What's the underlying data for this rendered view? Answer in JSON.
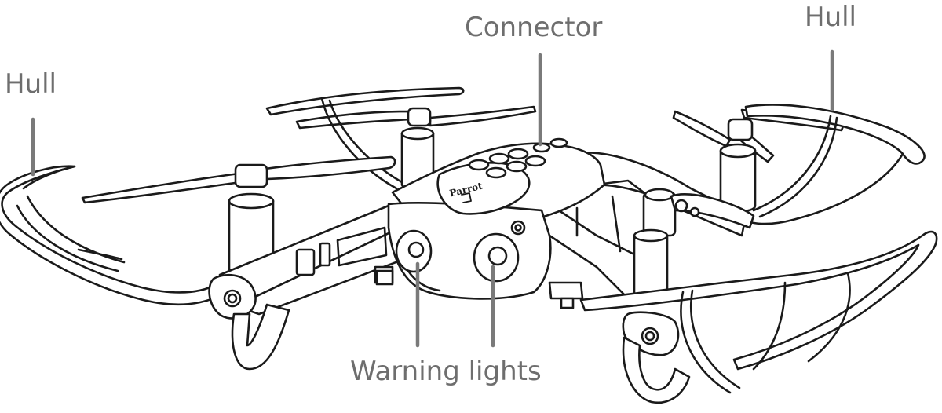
{
  "diagram": {
    "labels": {
      "hull_left": "Hull",
      "hull_right": "Hull",
      "connector": "Connector",
      "warning_lights": "Warning lights"
    },
    "brand_mark": "Parrot",
    "colors": {
      "label_text": "#6e6e6e",
      "leader_line": "#7a7a7a",
      "outline": "#1a1a1a",
      "background": "#ffffff"
    }
  }
}
